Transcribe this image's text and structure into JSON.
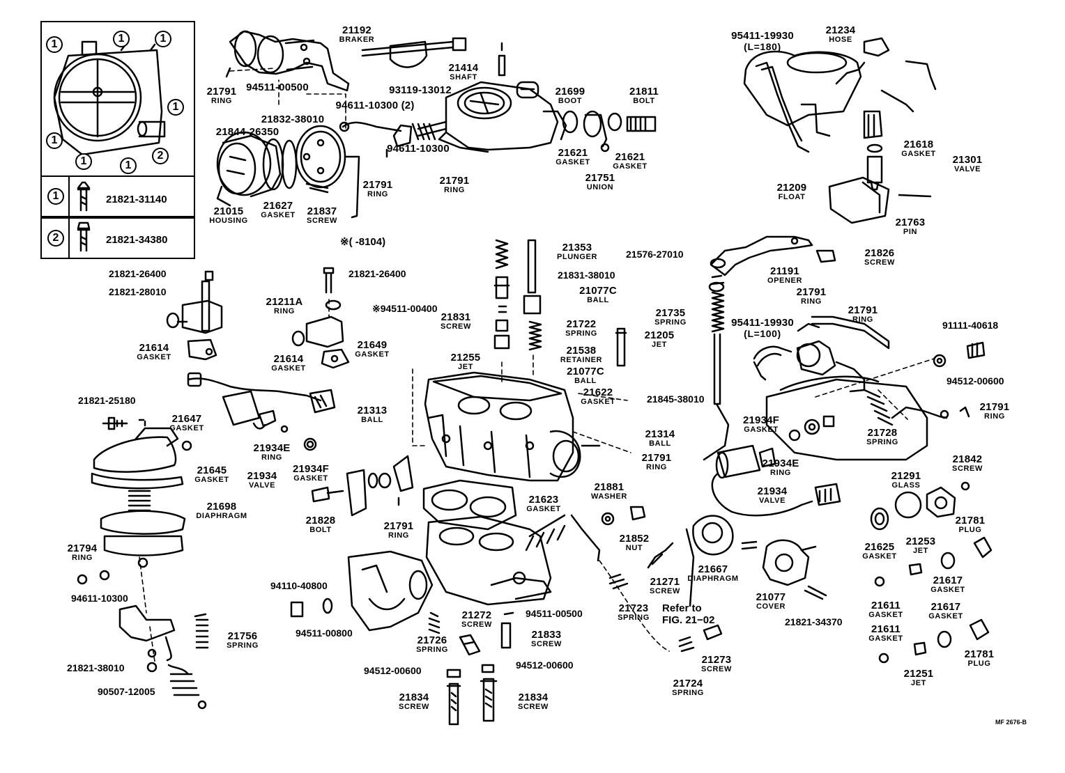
{
  "key_table": {
    "callouts": [
      "1",
      "1",
      "1",
      "1",
      "1",
      "1",
      "1",
      "2"
    ],
    "rows": [
      {
        "key": "1",
        "part": "21821-31140"
      },
      {
        "key": "2",
        "part": "21821-34380"
      }
    ]
  },
  "note": "※(      -8104)",
  "refer": "Refer to\nFIG. 21−02",
  "drawing_code": "MF 2676-B",
  "parts": [
    {
      "pn": "21192",
      "name": "BRAKER"
    },
    {
      "pn": "21414",
      "name": "SHAFT"
    },
    {
      "pn": "21791",
      "name": "RING"
    },
    {
      "pn": "94511-00500",
      "name": ""
    },
    {
      "pn": "93119-13012",
      "name": ""
    },
    {
      "pn": "21699",
      "name": "BOOT"
    },
    {
      "pn": "21811",
      "name": "BOLT"
    },
    {
      "pn": "95411-19930",
      "name": "(L=180)"
    },
    {
      "pn": "21234",
      "name": "HOSE"
    },
    {
      "pn": "94611-10300 (2)",
      "name": ""
    },
    {
      "pn": "21832-38010",
      "name": ""
    },
    {
      "pn": "21844-26350",
      "name": ""
    },
    {
      "pn": "94611-10300",
      "name": ""
    },
    {
      "pn": "21791",
      "name": "RING"
    },
    {
      "pn": "21621",
      "name": "GASKET"
    },
    {
      "pn": "21621",
      "name": "GASKET"
    },
    {
      "pn": "21751",
      "name": "UNION"
    },
    {
      "pn": "21618",
      "name": "GASKET"
    },
    {
      "pn": "21301",
      "name": "VALVE"
    },
    {
      "pn": "21209",
      "name": "FLOAT"
    },
    {
      "pn": "21763",
      "name": "PIN"
    },
    {
      "pn": "21791",
      "name": "RING"
    },
    {
      "pn": "21015",
      "name": "HOUSING"
    },
    {
      "pn": "21627",
      "name": "GASKET"
    },
    {
      "pn": "21837",
      "name": "SCREW"
    },
    {
      "pn": "21353",
      "name": "PLUNGER"
    },
    {
      "pn": "21576-27010",
      "name": ""
    },
    {
      "pn": "21826",
      "name": "SCREW"
    },
    {
      "pn": "21821-26400",
      "name": ""
    },
    {
      "pn": "21821-28010",
      "name": ""
    },
    {
      "pn": "21821-26400",
      "name": ""
    },
    {
      "pn": "21831-38010",
      "name": ""
    },
    {
      "pn": "21191",
      "name": "OPENER"
    },
    {
      "pn": "21211A",
      "name": "RING"
    },
    {
      "pn": "21077C",
      "name": "BALL"
    },
    {
      "pn": "21791",
      "name": "RING"
    },
    {
      "pn": "※94511-00400",
      "name": ""
    },
    {
      "pn": "21831",
      "name": "SCREW"
    },
    {
      "pn": "21722",
      "name": "SPRING"
    },
    {
      "pn": "21735",
      "name": "SPRING"
    },
    {
      "pn": "21791",
      "name": "RING"
    },
    {
      "pn": "95411-19930",
      "name": "(L=100)"
    },
    {
      "pn": "91111-40618",
      "name": ""
    },
    {
      "pn": "21205",
      "name": "JET"
    },
    {
      "pn": "21649",
      "name": "GASKET"
    },
    {
      "pn": "21538",
      "name": "RETAINER"
    },
    {
      "pn": "21614",
      "name": "GASKET"
    },
    {
      "pn": "21255",
      "name": "JET"
    },
    {
      "pn": "21077C",
      "name": "BALL"
    },
    {
      "pn": "21614",
      "name": "GASKET"
    },
    {
      "pn": "94512-00600",
      "name": ""
    },
    {
      "pn": "21622",
      "name": "GASKET"
    },
    {
      "pn": "21821-25180",
      "name": ""
    },
    {
      "pn": "21313",
      "name": "BALL"
    },
    {
      "pn": "21845-38010",
      "name": ""
    },
    {
      "pn": "21791",
      "name": "RING"
    },
    {
      "pn": "21647",
      "name": "GASKET"
    },
    {
      "pn": "21934F",
      "name": "GASKET"
    },
    {
      "pn": "21728",
      "name": "SPRING"
    },
    {
      "pn": "21314",
      "name": "BALL"
    },
    {
      "pn": "21934E",
      "name": "RING"
    },
    {
      "pn": "21934F",
      "name": "GASKET"
    },
    {
      "pn": "21934E",
      "name": "RING"
    },
    {
      "pn": "21842",
      "name": "SCREW"
    },
    {
      "pn": "21645",
      "name": "GASKET"
    },
    {
      "pn": "21934",
      "name": "VALVE"
    },
    {
      "pn": "21791",
      "name": "RING"
    },
    {
      "pn": "21291",
      "name": "GLASS"
    },
    {
      "pn": "21934",
      "name": "VALVE"
    },
    {
      "pn": "21881",
      "name": "WASHER"
    },
    {
      "pn": "21623",
      "name": "GASKET"
    },
    {
      "pn": "21698",
      "name": "DIAPHRAGM"
    },
    {
      "pn": "21828",
      "name": "BOLT"
    },
    {
      "pn": "21791",
      "name": "RING"
    },
    {
      "pn": "21781",
      "name": "PLUG"
    },
    {
      "pn": "21852",
      "name": "NUT"
    },
    {
      "pn": "21625",
      "name": "GASKET"
    },
    {
      "pn": "21253",
      "name": "JET"
    },
    {
      "pn": "21794",
      "name": "RING"
    },
    {
      "pn": "21667",
      "name": "DIAPHRAGM"
    },
    {
      "pn": "94611-10300",
      "name": ""
    },
    {
      "pn": "21617",
      "name": "GASKET"
    },
    {
      "pn": "21271",
      "name": "SCREW"
    },
    {
      "pn": "21077",
      "name": "COVER"
    },
    {
      "pn": "94110-40800",
      "name": ""
    },
    {
      "pn": "21723",
      "name": "SPRING"
    },
    {
      "pn": "21611",
      "name": "GASKET"
    },
    {
      "pn": "21617",
      "name": "GASKET"
    },
    {
      "pn": "21272",
      "name": "SCREW"
    },
    {
      "pn": "94511-00500",
      "name": ""
    },
    {
      "pn": "21821-34370",
      "name": ""
    },
    {
      "pn": "94511-00800",
      "name": ""
    },
    {
      "pn": "21756",
      "name": "SPRING"
    },
    {
      "pn": "21726",
      "name": "SPRING"
    },
    {
      "pn": "21833",
      "name": "SCREW"
    },
    {
      "pn": "21611",
      "name": "GASKET"
    },
    {
      "pn": "21273",
      "name": "SCREW"
    },
    {
      "pn": "21781",
      "name": "PLUG"
    },
    {
      "pn": "21821-38010",
      "name": ""
    },
    {
      "pn": "94512-00600",
      "name": ""
    },
    {
      "pn": "94512-00600",
      "name": ""
    },
    {
      "pn": "21724",
      "name": "SPRING"
    },
    {
      "pn": "21251",
      "name": "JET"
    },
    {
      "pn": "90507-12005",
      "name": ""
    },
    {
      "pn": "21834",
      "name": "SCREW"
    },
    {
      "pn": "21834",
      "name": "SCREW"
    }
  ]
}
